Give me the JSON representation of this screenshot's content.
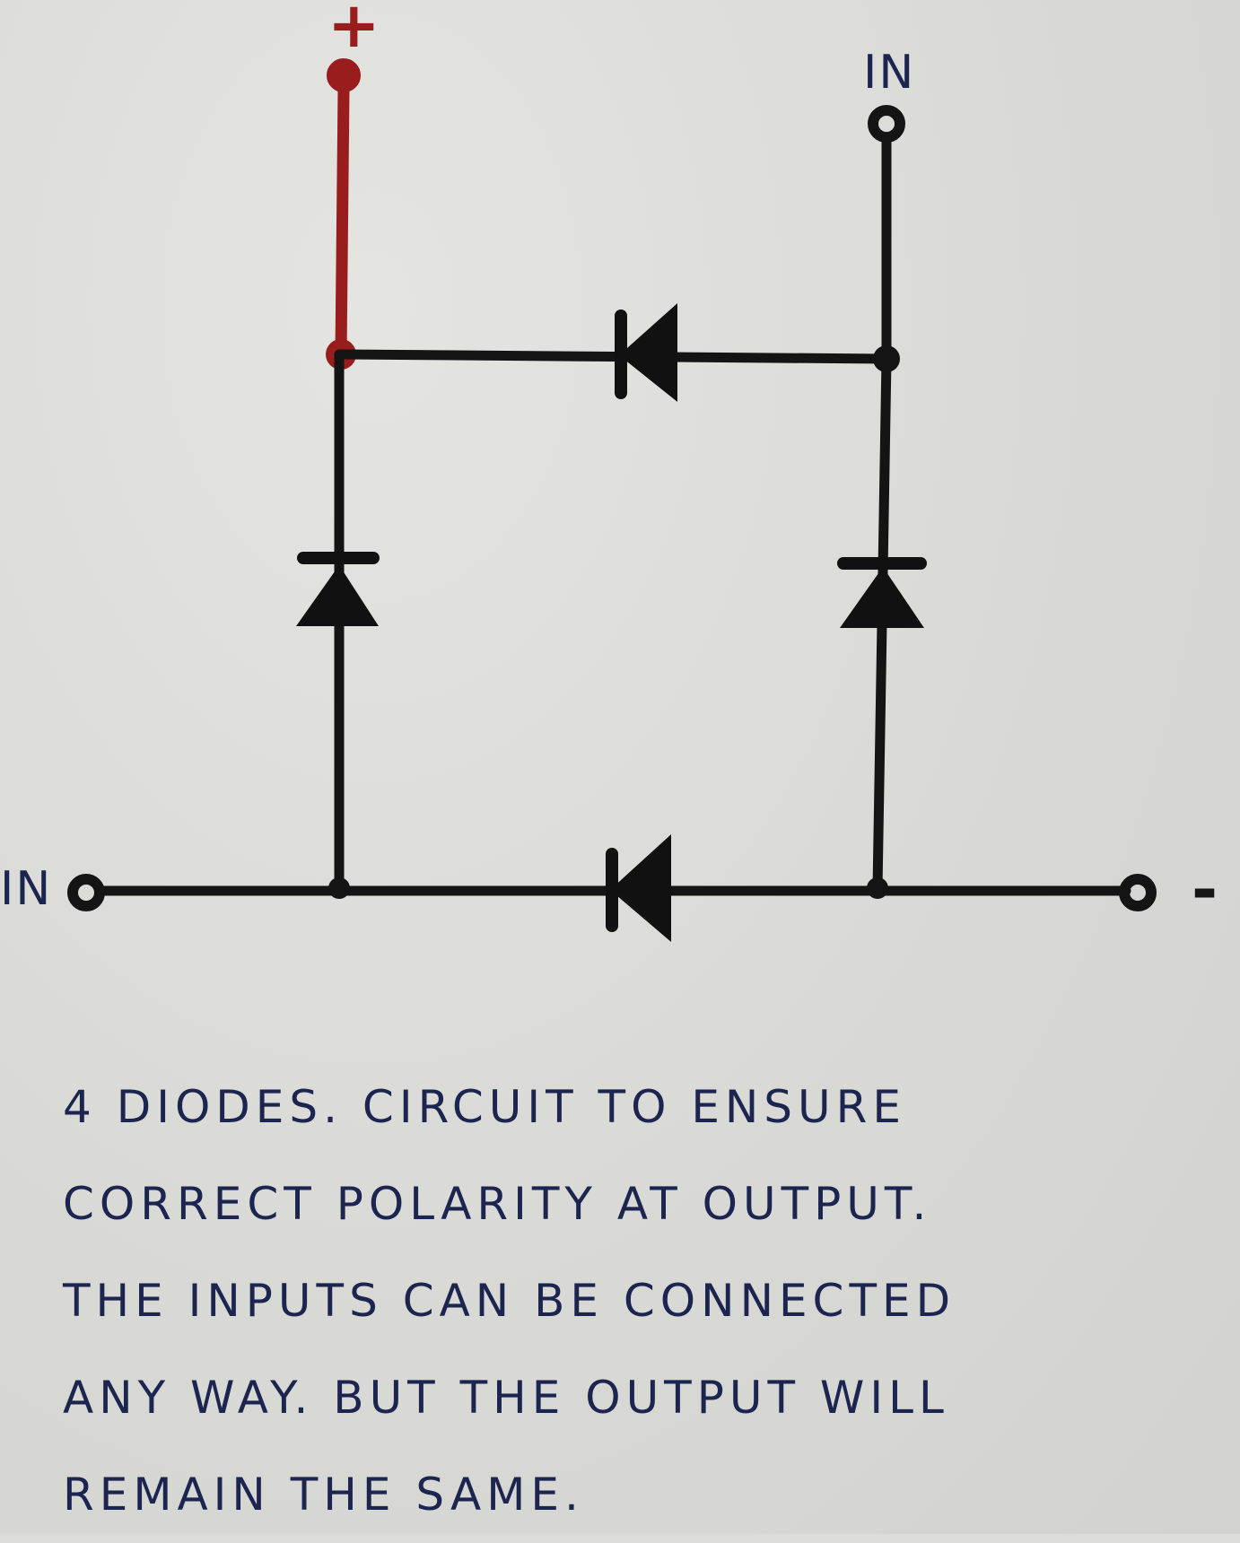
{
  "terminals": {
    "positive_sign": "+",
    "negative_sign": "-",
    "input_top_label": "IN",
    "input_left_label": "IN"
  },
  "caption": {
    "lines": [
      "4 DIODES. CIRCUIT TO ENSURE",
      "CORRECT POLARITY AT OUTPUT.",
      "THE INPUTS CAN BE CONNECTED",
      "ANY WAY. BUT THE OUTPUT WILL",
      "REMAIN THE SAME."
    ]
  },
  "colors": {
    "ink": "#1c2450",
    "wire": "#141414",
    "positive_wire": "#9a1d1d"
  }
}
